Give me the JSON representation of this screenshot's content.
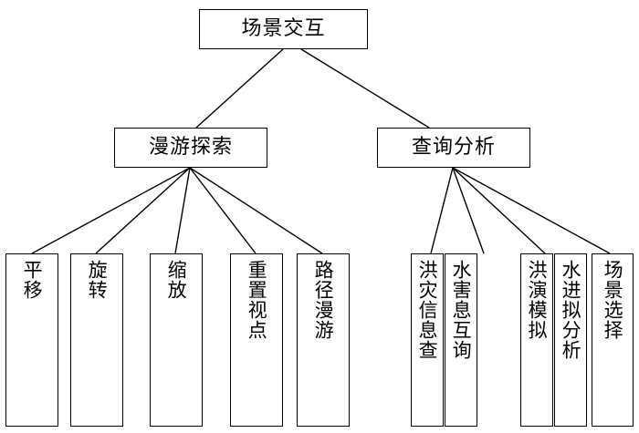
{
  "diagram": {
    "type": "tree",
    "title": "场景交互",
    "nodes": {
      "root": {
        "label": "场景交互"
      },
      "level2": [
        {
          "label": "漫游探索"
        },
        {
          "label": "查询分析"
        }
      ],
      "roam_children": [
        {
          "label": "平移"
        },
        {
          "label": "旋转"
        },
        {
          "label": "缩放"
        },
        {
          "label": "重置视点"
        },
        {
          "label": "路径漫游"
        }
      ],
      "query_children": [
        {
          "label": "洪灾信息查"
        },
        {
          "label": "水害息互询"
        },
        {
          "label": "洪演模拟"
        },
        {
          "label": "水进拟分析"
        },
        {
          "label": "场景选择"
        }
      ]
    },
    "colors": {
      "line": "#000000",
      "box_border": "#000000",
      "background": "#ffffff",
      "text": "#000000"
    }
  }
}
